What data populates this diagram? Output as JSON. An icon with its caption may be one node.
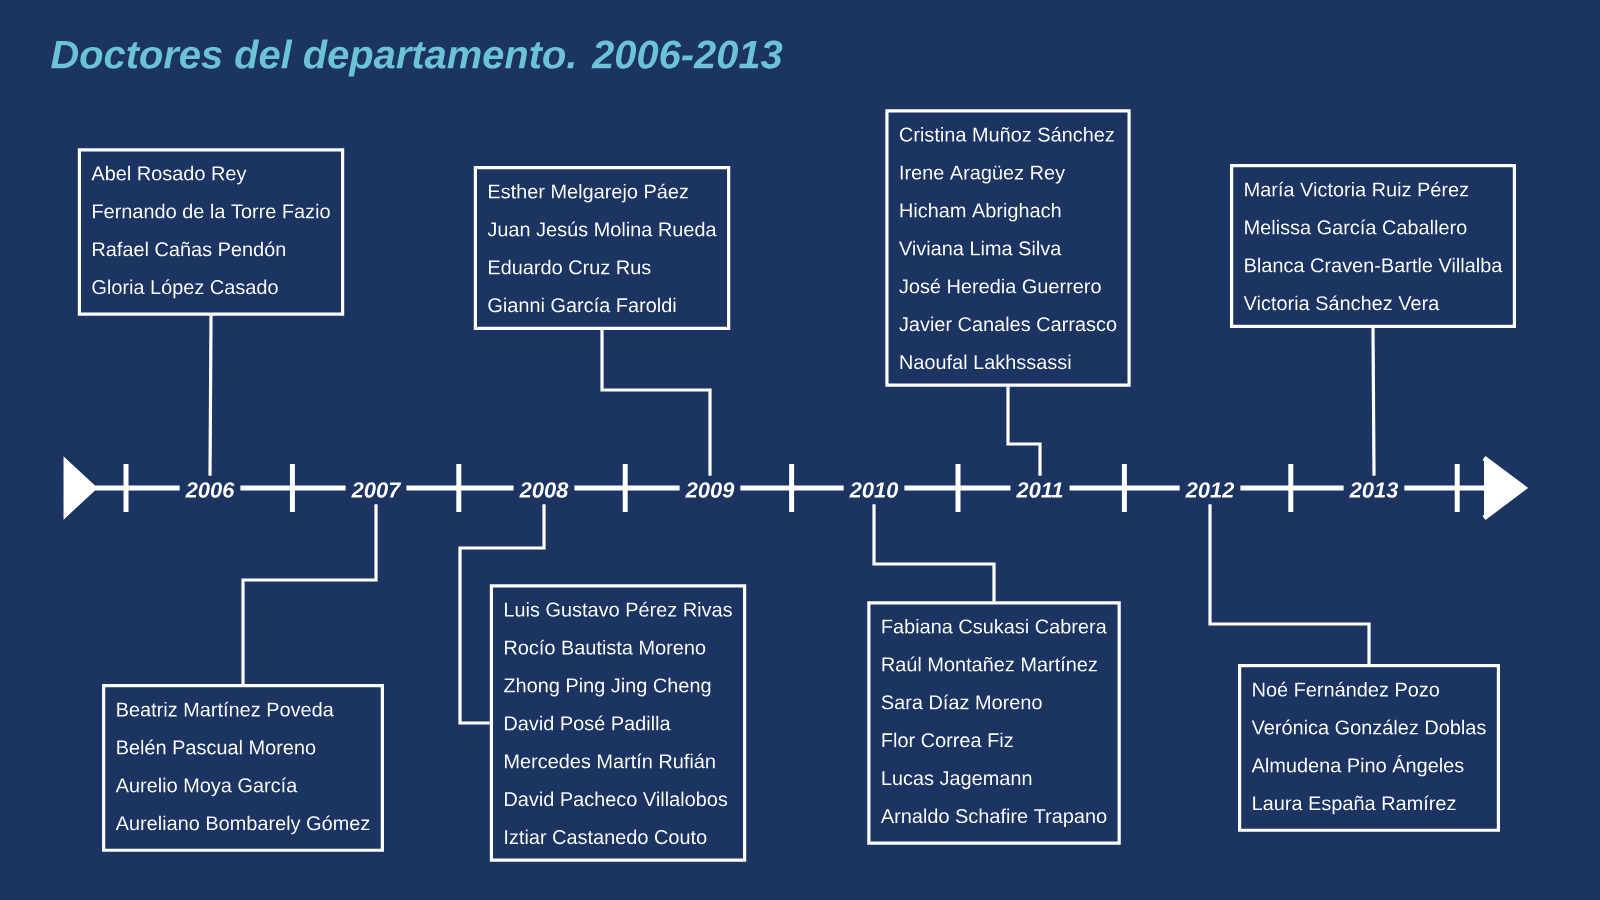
{
  "diagram": {
    "title": "Doctores del departamento. 2006-2013",
    "nodes": [
      {
        "text": [
          "2006"
        ]
      },
      {
        "text": [
          "2007"
        ]
      },
      {
        "text": [
          "2008"
        ]
      },
      {
        "text": [
          "2009"
        ]
      },
      {
        "text": [
          "2010"
        ]
      },
      {
        "text": [
          "2011"
        ]
      },
      {
        "text": [
          "2012"
        ]
      },
      {
        "text": [
          "2013"
        ]
      },
      {
        "text": [
          "Abel Rosado Rey",
          "Fernando de la Torre Fazio",
          "Rafael Cañas Pendón",
          "Gloria López Casado"
        ]
      },
      {
        "text": [
          "Beatriz Martínez Poveda",
          "Belén Pascual Moreno",
          "Aurelio Moya García",
          "Aureliano Bombarely Gómez"
        ]
      },
      {
        "text": [
          "Luis Gustavo Pérez Rivas",
          "Rocío Bautista Moreno",
          "Zhong Ping Jing Cheng",
          "David Posé Padilla",
          "Mercedes Martín Rufián",
          "David Pacheco Villalobos",
          "Iztiar Castanedo Couto"
        ]
      },
      {
        "text": [
          "Esther Melgarejo Páez",
          "Juan Jesús Molina Rueda",
          "Eduardo Cruz Rus",
          "Gianni García Faroldi"
        ]
      },
      {
        "text": [
          "Fabiana Csukasi Cabrera",
          "Raúl Montañez Martínez",
          "Sara Díaz Moreno",
          "Flor Correa Fiz",
          "Lucas Jagemann",
          "Arnaldo Schafire Trapano"
        ]
      },
      {
        "text": [
          "Cristina Muñoz Sánchez",
          "Irene Aragüez Rey",
          "Hicham Abrighach",
          "Viviana Lima Silva",
          "José Heredia Guerrero",
          "Javier Canales Carrasco",
          "Naoufal Lakhssassi"
        ]
      },
      {
        "text": [
          "Noé Fernández Pozo",
          "Verónica González Doblas",
          "Almudena Pino Ángeles",
          "Laura España Ramírez"
        ]
      },
      {
        "text": [
          "María Victoria Ruiz Pérez",
          "Melissa García Caballero",
          "Blanca Craven-Bartle Villalba",
          "Victoria Sánchez Vera"
        ]
      }
    ],
    "edges": [
      {
        "from": 8,
        "to": 0,
        "arrow": "none"
      },
      {
        "from": 9,
        "to": 1,
        "arrow": "none"
      },
      {
        "from": 10,
        "to": 2,
        "arrow": "none"
      },
      {
        "from": 11,
        "to": 3,
        "arrow": "none"
      },
      {
        "from": 12,
        "to": 4,
        "arrow": "none"
      },
      {
        "from": 13,
        "to": 5,
        "arrow": "none"
      },
      {
        "from": 14,
        "to": 6,
        "arrow": "none"
      },
      {
        "from": 15,
        "to": 7,
        "arrow": "none"
      }
    ]
  }
}
